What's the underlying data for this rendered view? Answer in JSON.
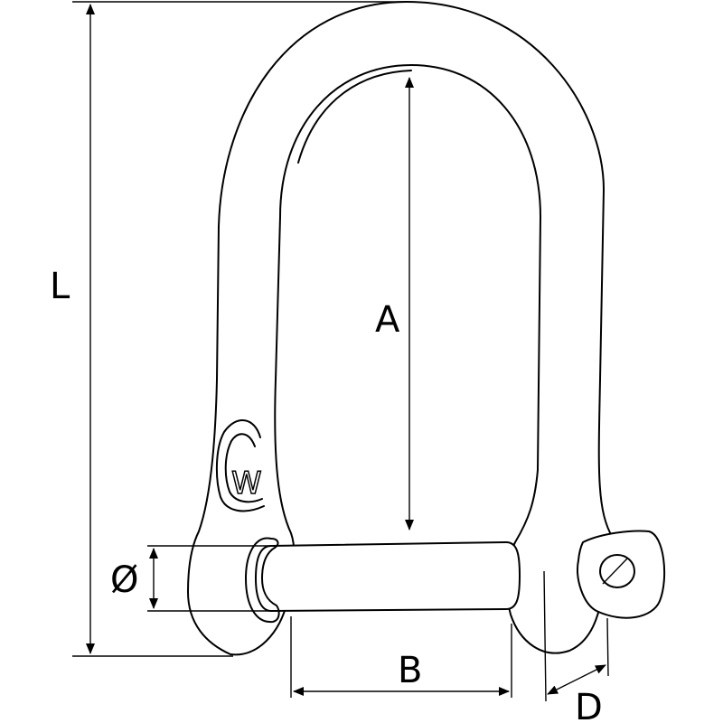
{
  "diagram": {
    "labels": {
      "L": "L",
      "A": "A",
      "B": "B",
      "D": "D",
      "diameter": "Ø"
    },
    "colors": {
      "stroke": "#000000",
      "background": "#ffffff"
    },
    "logo": {
      "icon": "w-logo-icon",
      "text": "W"
    }
  }
}
